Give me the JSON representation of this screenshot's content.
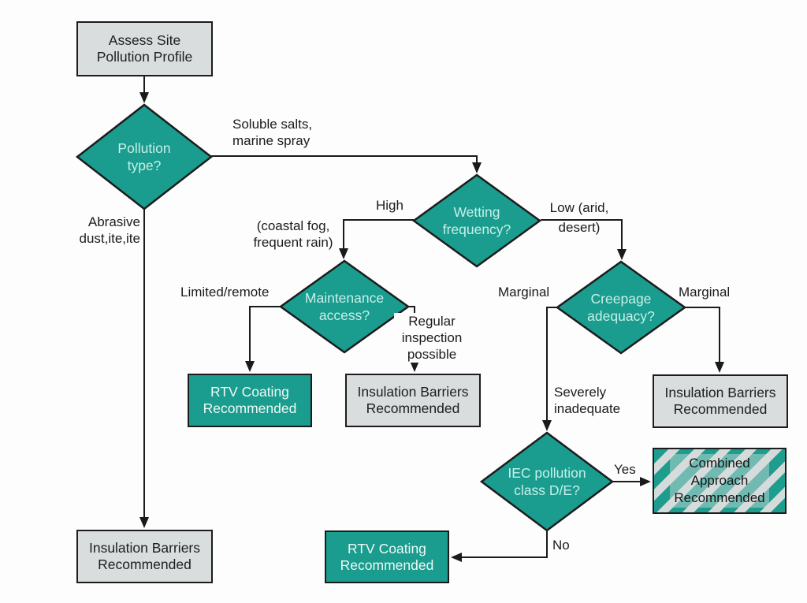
{
  "colors": {
    "teal": "#1a9c8e",
    "gray_fill": "#d9dddd",
    "stroke": "#1c1c1c",
    "edge": "#1a1a1a",
    "diamond_text": "#c6f0ea",
    "teal_box_text": "#eefaf6",
    "label_text": "#1b1b1b",
    "stripe_teal": "#1e9d8e",
    "stripe_gray": "#d5dada",
    "bg": "#fdfdfd"
  },
  "nodes": {
    "start": {
      "label": "Assess Site\nPollution Profile"
    },
    "pollution_type": {
      "label": "Pollution\ntype?"
    },
    "wetting_frequency": {
      "label": "Wetting\nfrequency?"
    },
    "maintenance_access": {
      "label": "Maintenance\naccess?"
    },
    "creepage_adequacy": {
      "label": "Creepage\nadequacy?"
    },
    "iec_class": {
      "label": "IEC pollution\nclass D/E?"
    },
    "rtv_coating_top": {
      "label": "RTV Coating\nRecommended"
    },
    "insulation_barriers_mid": {
      "label": "Insulation Barriers\nRecommended"
    },
    "insulation_barriers_right": {
      "label": "Insulation Barriers\nRecommended"
    },
    "combined_approach": {
      "label": "Combined\nApproach\nRecommended"
    },
    "rtv_coating_bottom": {
      "label": "RTV Coating\nRecommended"
    },
    "insulation_barriers_left": {
      "label": "Insulation Barriers\nRecommended"
    }
  },
  "edge_labels": {
    "soluble_salts": "Soluble salts,\nmarine spray",
    "abrasive_dust": "Abrasive\ndust,ite,ite",
    "high": "High",
    "coastal_fog": "(coastal fog,\nfrequent rain)",
    "low_arid": "Low (arid,\ndesert)",
    "limited_remote": "Limited/remote",
    "regular_inspection": "Regular\ninspection\npossible",
    "marginal_left": "Marginal",
    "marginal_right": "Marginal",
    "severely_inadequate": "Severely\ninadequate",
    "yes": "Yes",
    "no": "No"
  }
}
